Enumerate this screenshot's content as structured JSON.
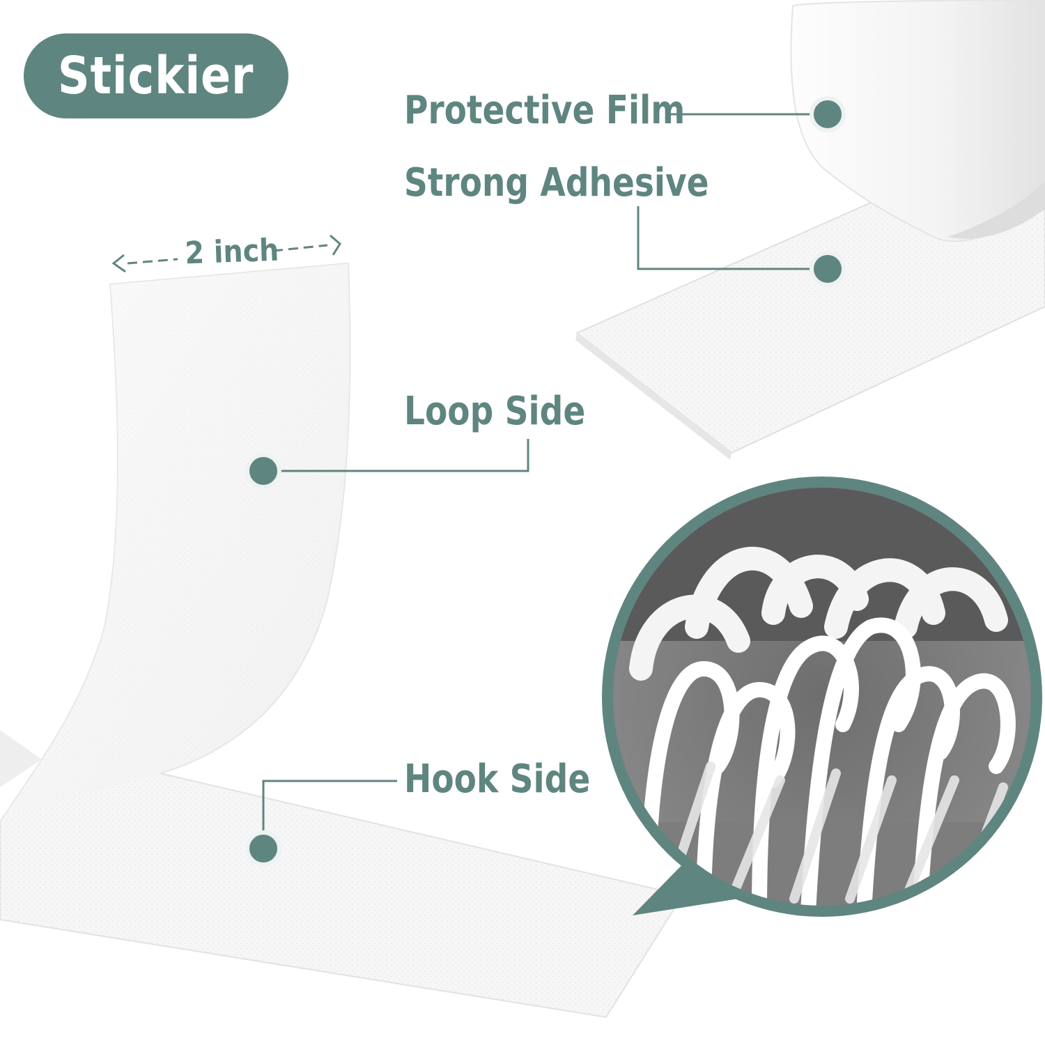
{
  "badge": {
    "text": "Stickier"
  },
  "labels": {
    "protective_film": "Protective Film",
    "strong_adhesive": "Strong Adhesive",
    "loop_side": "Loop Side",
    "hook_side": "Hook Side"
  },
  "dimension": {
    "width_label": "2 inch"
  },
  "colors": {
    "accent": "#5f8580",
    "tape_white": "#f7f7f7",
    "fabric_gray": "#8f8f8f"
  }
}
